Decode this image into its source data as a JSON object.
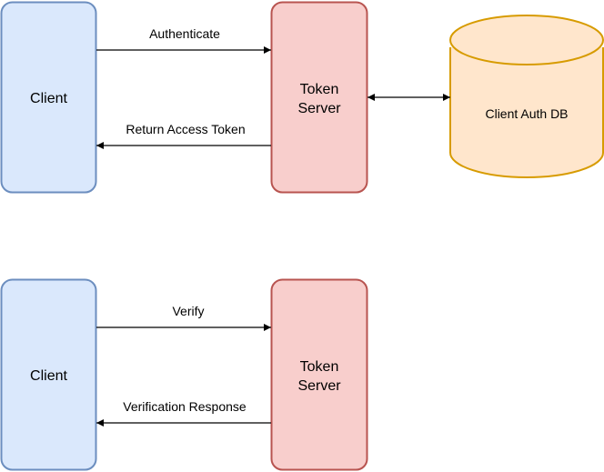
{
  "flow1": {
    "client_label": "Client",
    "token_server_line1": "Token",
    "token_server_line2": "Server",
    "database_label": "Client Auth DB",
    "request_label": "Authenticate",
    "response_label": "Return Access Token"
  },
  "flow2": {
    "client_label": "Client",
    "token_server_line1": "Token",
    "token_server_line2": "Server",
    "request_label": "Verify",
    "response_label": "Verification Response"
  },
  "colors": {
    "client_fill": "#dae8fc",
    "client_stroke": "#6c8ebf",
    "server_fill": "#f8cecc",
    "server_stroke": "#b85450",
    "db_fill": "#ffe6cc",
    "db_stroke": "#d79b00",
    "edge": "#000000"
  }
}
